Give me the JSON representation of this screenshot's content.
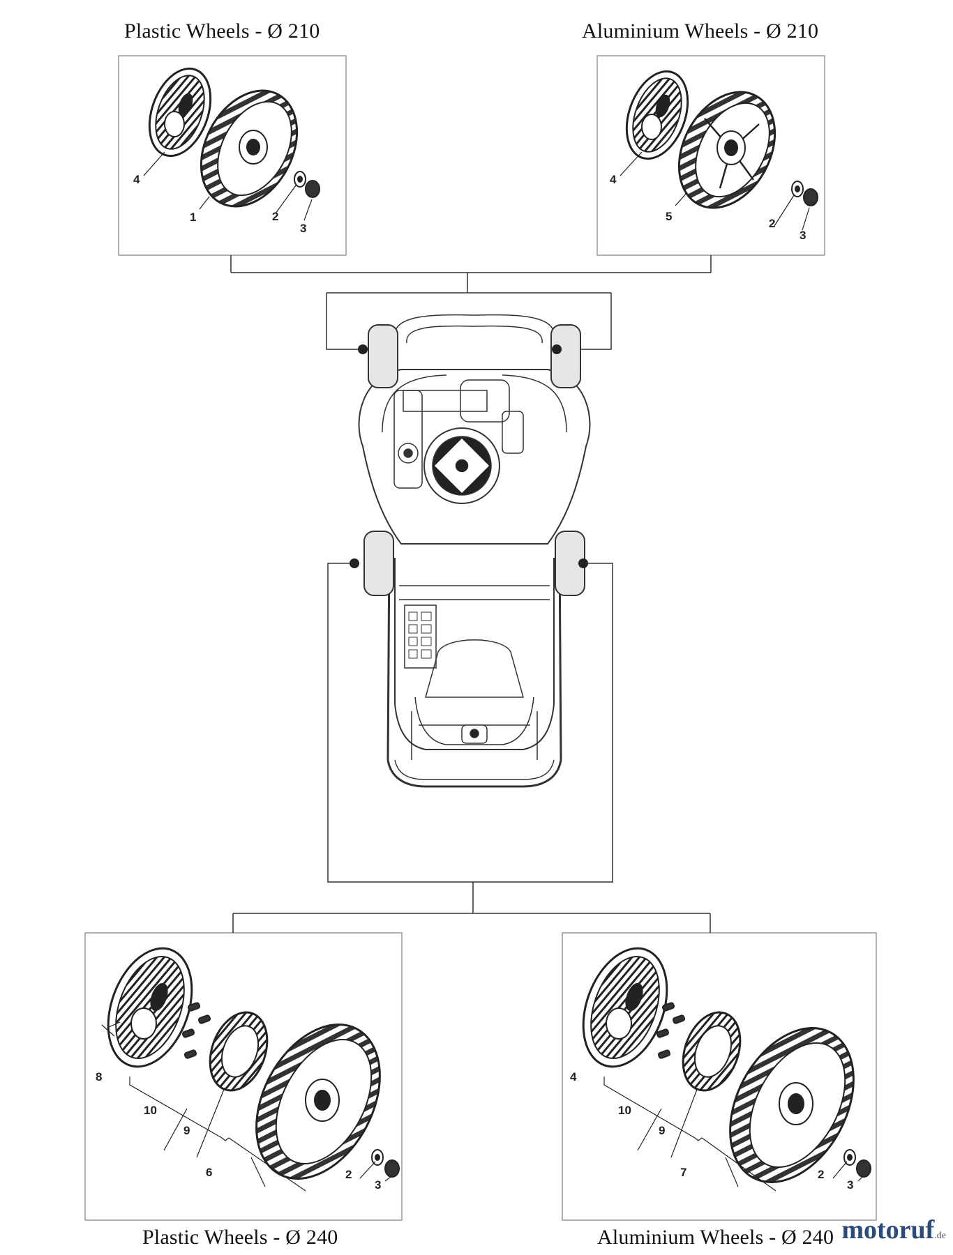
{
  "titles": {
    "top_left": "Plastic Wheels - Ø 210",
    "top_right": "Aluminium Wheels - Ø 210",
    "bottom_left": "Plastic Wheels - Ø 240",
    "bottom_right": "Aluminium Wheels - Ø 240"
  },
  "callouts": {
    "tl": [
      "4",
      "1",
      "2",
      "3"
    ],
    "tr": [
      "4",
      "5",
      "2",
      "3"
    ],
    "bl": [
      "8",
      "10",
      "9",
      "6",
      "2",
      "3"
    ],
    "br": [
      "4",
      "10",
      "9",
      "7",
      "2",
      "3"
    ]
  },
  "watermark": {
    "name": "motoruf",
    "tld": ".de"
  },
  "colors": {
    "line": "#333333",
    "frame": "#999999",
    "brand": "#2c4a7a"
  }
}
